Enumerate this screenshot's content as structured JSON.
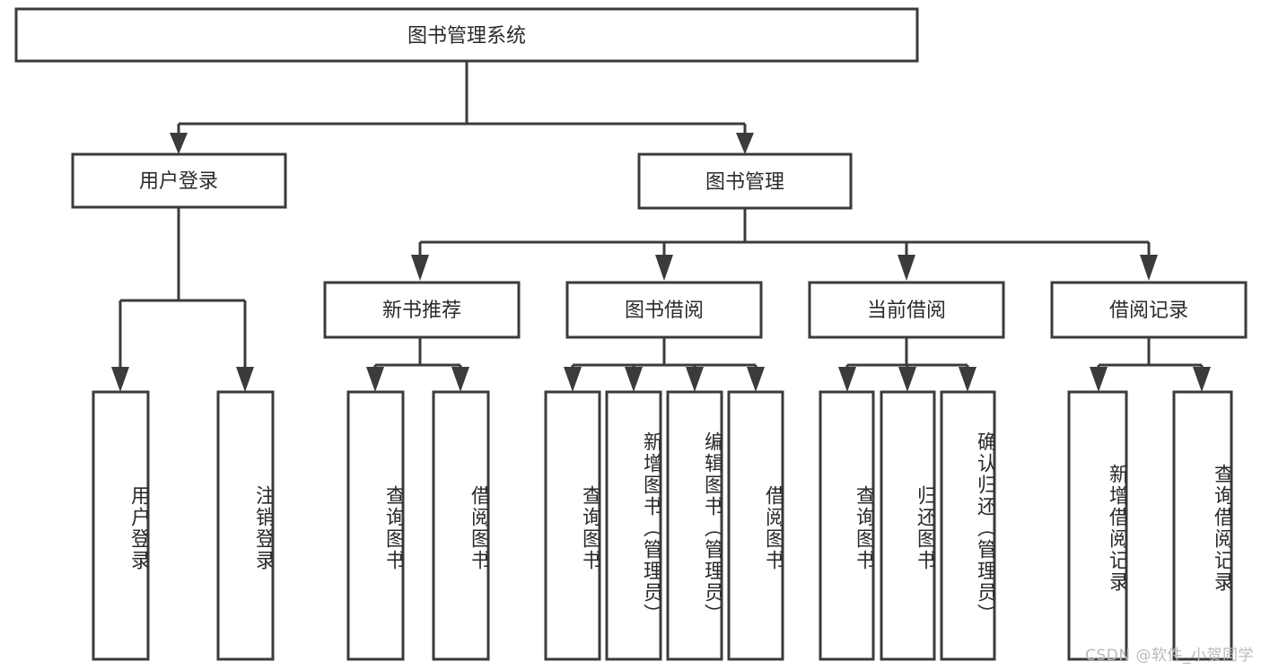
{
  "diagram": {
    "title": "图书管理系统",
    "type": "tree-hierarchy-chart",
    "root": {
      "label": "图书管理系统"
    },
    "level1": [
      {
        "label": "用户登录"
      },
      {
        "label": "图书管理"
      }
    ],
    "level2": [
      {
        "label": "新书推荐"
      },
      {
        "label": "图书借阅"
      },
      {
        "label": "当前借阅"
      },
      {
        "label": "借阅记录"
      }
    ],
    "leaves": {
      "user_login": [
        {
          "label": "用户登录"
        },
        {
          "label": "注销登录"
        }
      ],
      "new_book_recommend": [
        {
          "label": "查询图书"
        },
        {
          "label": "借阅图书"
        }
      ],
      "book_borrow": [
        {
          "label": "查询图书"
        },
        {
          "label": "新增图书（管理员）"
        },
        {
          "label": "编辑图书（管理员）"
        },
        {
          "label": "借阅图书"
        }
      ],
      "current_borrow": [
        {
          "label": "查询图书"
        },
        {
          "label": "归还图书"
        },
        {
          "label": "确认归还（管理员）"
        }
      ],
      "borrow_record": [
        {
          "label": "新增借阅记录"
        },
        {
          "label": "查询借阅记录"
        }
      ]
    }
  },
  "watermark": {
    "text": "CSDN @软件_小贺同学"
  },
  "colors": {
    "stroke": "#3b3b3b",
    "box_fill": "#ffffff",
    "text": "#2a2a2a",
    "watermark": "#b9b9b9",
    "background": "#ffffff"
  }
}
